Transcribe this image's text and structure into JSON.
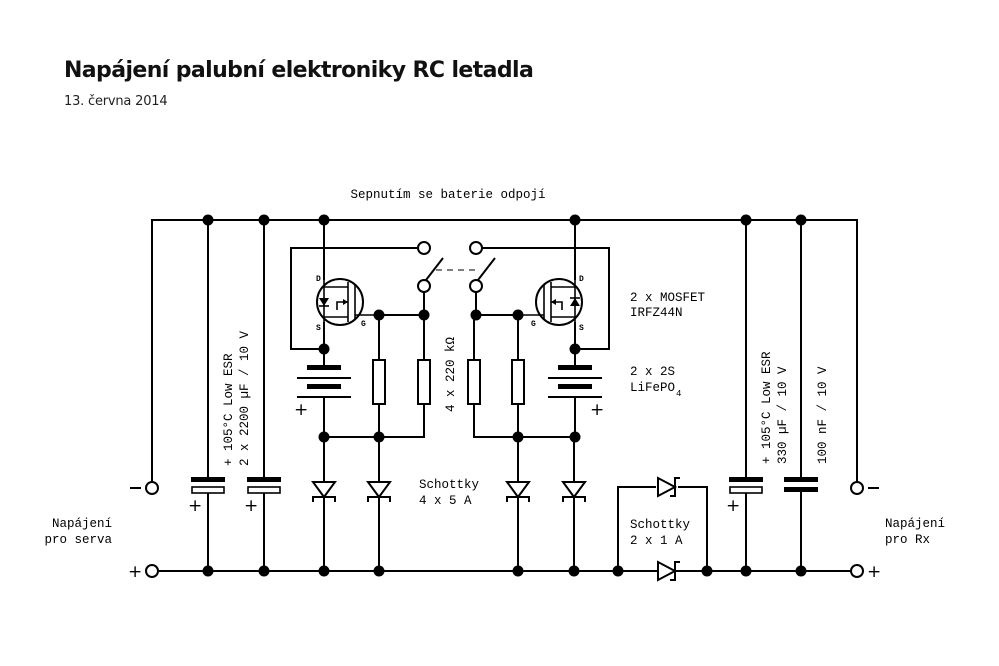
{
  "header": {
    "title": "Napájení palubní elektroniky RC letadla",
    "date": "13.  června 2014"
  },
  "labels": {
    "switch_note": "Sepnutím se baterie odpojí",
    "mosfet_line1": "2 x MOSFET",
    "mosfet_line2": "IRFZ44N",
    "battery_line1": "2 x 2S",
    "battery_line2": "LiFePO",
    "battery_subscript": "4",
    "resistors": "4 x 220 kΩ",
    "schottky_main_line1": "Schottky",
    "schottky_main_line2": "4 x 5 A",
    "schottky_small_line1": "Schottky",
    "schottky_small_line2": "2 x 1 A",
    "cap_left_line1": "+ 105°C Low ESR",
    "cap_left_line2": "2 x 2200 µF / 10 V",
    "cap_right_line1": "+ 105°C Low ESR",
    "cap_right_line2": "330 µF / 10 V",
    "cap_ceramic": "100 nF / 10 V",
    "servo_out_line1": "Napájení",
    "servo_out_line2": "pro serva",
    "rx_out_line1": "Napájení",
    "rx_out_line2": "pro Rx",
    "minus": "−",
    "plus": "+",
    "pin_d": "D",
    "pin_s": "S",
    "pin_g": "G"
  }
}
